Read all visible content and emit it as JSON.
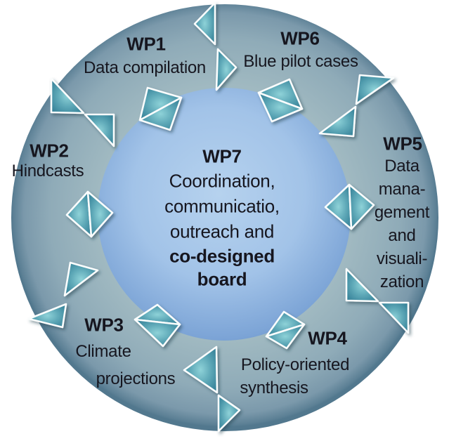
{
  "diagram": {
    "name": "work-package-wheel",
    "colors": {
      "background": "#ffffff",
      "outer_ring": "#98b2bd",
      "outer_ring_rim": "#52788e",
      "inner_circle_center": "#b6d2ee",
      "inner_circle_edge": "#739dd2",
      "shape_fill_light": "#8ed2d8",
      "shape_fill_dark": "#2f7b93",
      "shape_stroke": "#fafdfd",
      "text": "#16161f"
    }
  },
  "center": {
    "title": "WP7",
    "lines": [
      "Coordination,",
      "communicatio,",
      "outreach and",
      "co-designed",
      "board"
    ]
  },
  "work_packages": [
    {
      "id": "wp1",
      "title": "WP1",
      "lines": [
        "Data compilation"
      ]
    },
    {
      "id": "wp2",
      "title": "WP2",
      "lines": [
        "Hindcasts"
      ]
    },
    {
      "id": "wp3",
      "title": "WP3",
      "lines": [
        "Climate",
        "projections"
      ]
    },
    {
      "id": "wp4",
      "title": "WP4",
      "lines": [
        "Policy-oriented",
        "synthesis"
      ]
    },
    {
      "id": "wp5",
      "title": "WP5",
      "lines": [
        "Data",
        "mana-",
        "gement",
        "and",
        "visuali-",
        "zation"
      ]
    },
    {
      "id": "wp6",
      "title": "WP6",
      "lines": [
        "Blue pilot cases"
      ]
    }
  ]
}
